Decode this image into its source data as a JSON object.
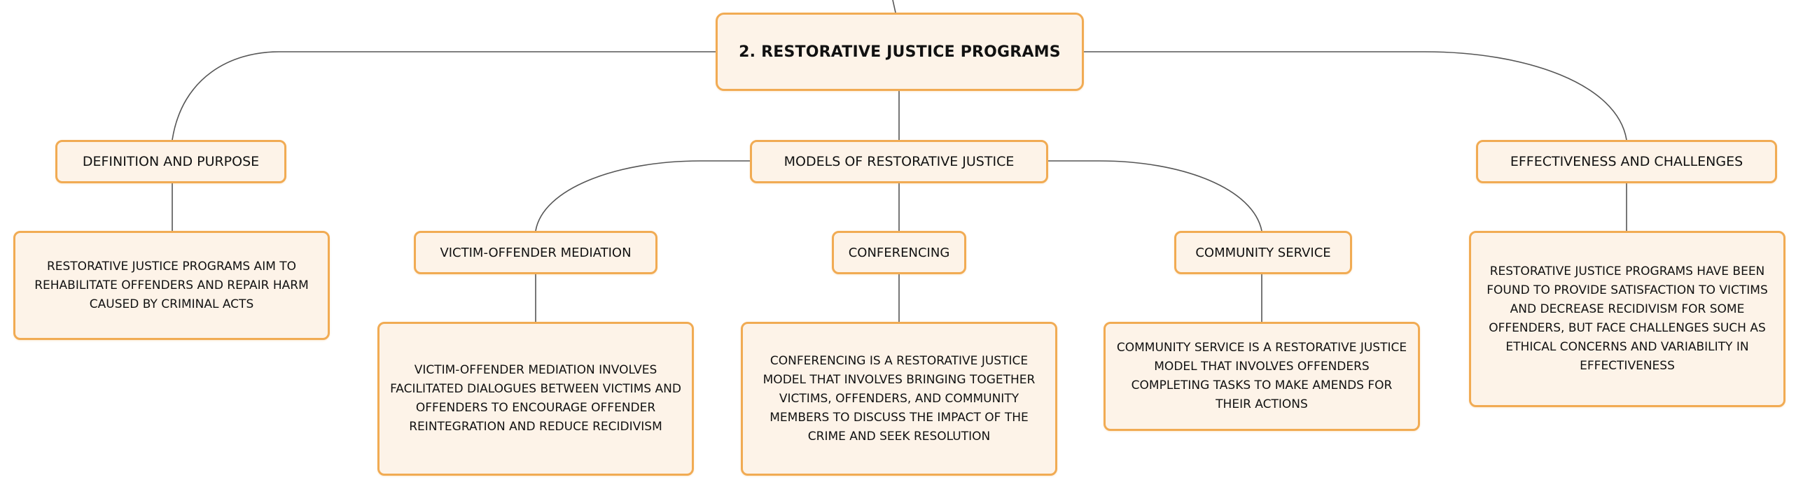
{
  "root": {
    "label": "2. RESTORATIVE JUSTICE PROGRAMS"
  },
  "topics": [
    {
      "label": "DEFINITION AND PURPOSE",
      "detail": "RESTORATIVE JUSTICE PROGRAMS AIM TO REHABILITATE OFFENDERS AND REPAIR HARM CAUSED BY CRIMINAL ACTS"
    },
    {
      "label": "MODELS OF RESTORATIVE JUSTICE",
      "models": [
        {
          "label": "VICTIM-OFFENDER MEDIATION",
          "detail": "VICTIM-OFFENDER MEDIATION INVOLVES FACILITATED DIALOGUES BETWEEN VICTIMS AND OFFENDERS TO ENCOURAGE OFFENDER REINTEGRATION AND REDUCE RECIDIVISM"
        },
        {
          "label": "CONFERENCING",
          "detail": "CONFERENCING IS A RESTORATIVE JUSTICE MODEL THAT INVOLVES BRINGING TOGETHER VICTIMS, OFFENDERS, AND COMMUNITY MEMBERS TO DISCUSS THE IMPACT OF THE CRIME AND SEEK RESOLUTION"
        },
        {
          "label": "COMMUNITY SERVICE",
          "detail": "COMMUNITY SERVICE IS A RESTORATIVE JUSTICE MODEL THAT INVOLVES OFFENDERS COMPLETING TASKS TO MAKE AMENDS FOR THEIR ACTIONS"
        }
      ]
    },
    {
      "label": "EFFECTIVENESS AND CHALLENGES",
      "detail": "RESTORATIVE JUSTICE PROGRAMS HAVE BEEN FOUND TO PROVIDE SATISFACTION TO VICTIMS AND DECREASE RECIDIVISM FOR SOME OFFENDERS, BUT FACE CHALLENGES SUCH AS ETHICAL CONCERNS AND VARIABILITY IN EFFECTIVENESS"
    }
  ],
  "colors": {
    "node_fill": "#fdf3e8",
    "node_border": "#f1ab53",
    "connector": "#555555",
    "text": "#111111"
  }
}
